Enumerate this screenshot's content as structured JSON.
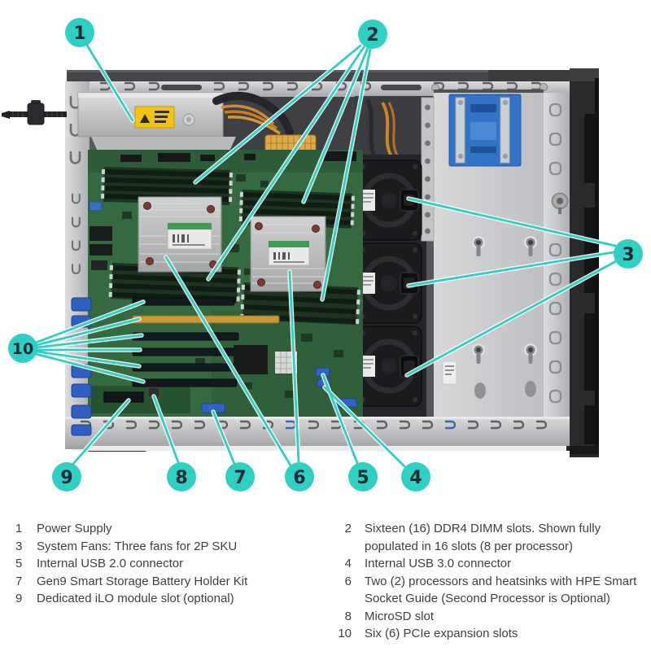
{
  "figure": {
    "description": "Interior view of HPE tower server with numbered component callouts",
    "accent_color": "#2fcfc3",
    "callouts": [
      {
        "number": "1"
      },
      {
        "number": "2"
      },
      {
        "number": "3"
      },
      {
        "number": "4"
      },
      {
        "number": "5"
      },
      {
        "number": "6"
      },
      {
        "number": "7"
      },
      {
        "number": "8"
      },
      {
        "number": "9"
      },
      {
        "number": "10"
      }
    ]
  },
  "legend": {
    "left": [
      {
        "number": "1",
        "text": "Power Supply"
      },
      {
        "number": "3",
        "text": "System Fans: Three fans for 2P SKU"
      },
      {
        "number": "5",
        "text": "Internal USB 2.0 connector"
      },
      {
        "number": "7",
        "text": "Gen9 Smart Storage Battery Holder Kit"
      },
      {
        "number": "9",
        "text": "Dedicated iLO module slot (optional)"
      }
    ],
    "right": [
      {
        "number": "2",
        "text": "Sixteen (16) DDR4 DIMM slots. Shown fully populated in 16 slots (8 per processor)"
      },
      {
        "number": "4",
        "text": "Internal USB 3.0 connector"
      },
      {
        "number": "6",
        "text": "Two (2) processors and heatsinks with HPE Smart Socket Guide (Second Processor is Optional)"
      },
      {
        "number": "8",
        "text": "MicroSD slot"
      },
      {
        "number": "10",
        "text": "Six (6) PCIe expansion slots"
      }
    ],
    "text_color": "#3f4042"
  }
}
